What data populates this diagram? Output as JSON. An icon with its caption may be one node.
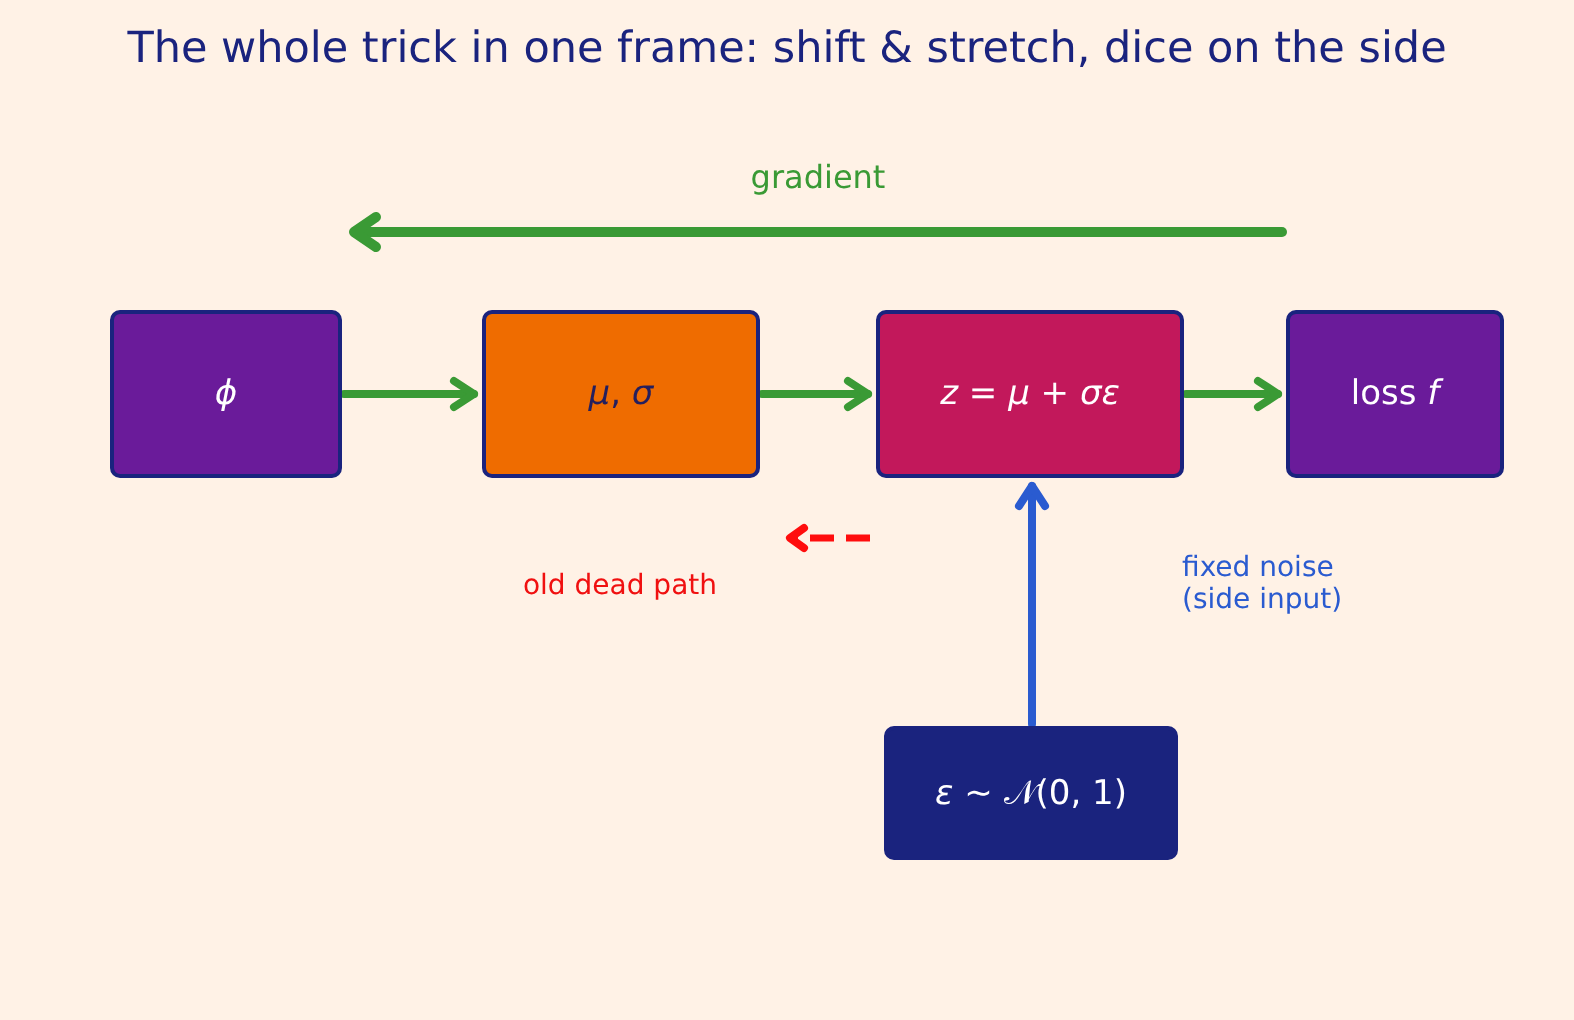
{
  "diagram": {
    "title": "The whole trick in one frame: shift & stretch, dice on the side",
    "nodes": [
      {
        "text": [
          "*ϕ*"
        ]
      },
      {
        "text": [
          "*μ*, *σ*"
        ]
      },
      {
        "text": [
          "*z* = *μ* + *σε*"
        ]
      },
      {
        "text": [
          "loss *f*"
        ]
      },
      {
        "text": [
          "*ε* ~ 𝒩(0, 1)"
        ]
      }
    ],
    "edges": [
      {
        "from": 0,
        "to": 1,
        "arrow": "to"
      },
      {
        "from": 1,
        "to": 2,
        "arrow": "to"
      },
      {
        "from": 2,
        "to": 3,
        "arrow": "to"
      },
      {
        "from": 4,
        "to": 2,
        "arrow": "to",
        "color": "#2a5bd0"
      }
    ],
    "labels": [
      "gradient",
      "old dead path",
      "fixed noise (side input)"
    ]
  }
}
